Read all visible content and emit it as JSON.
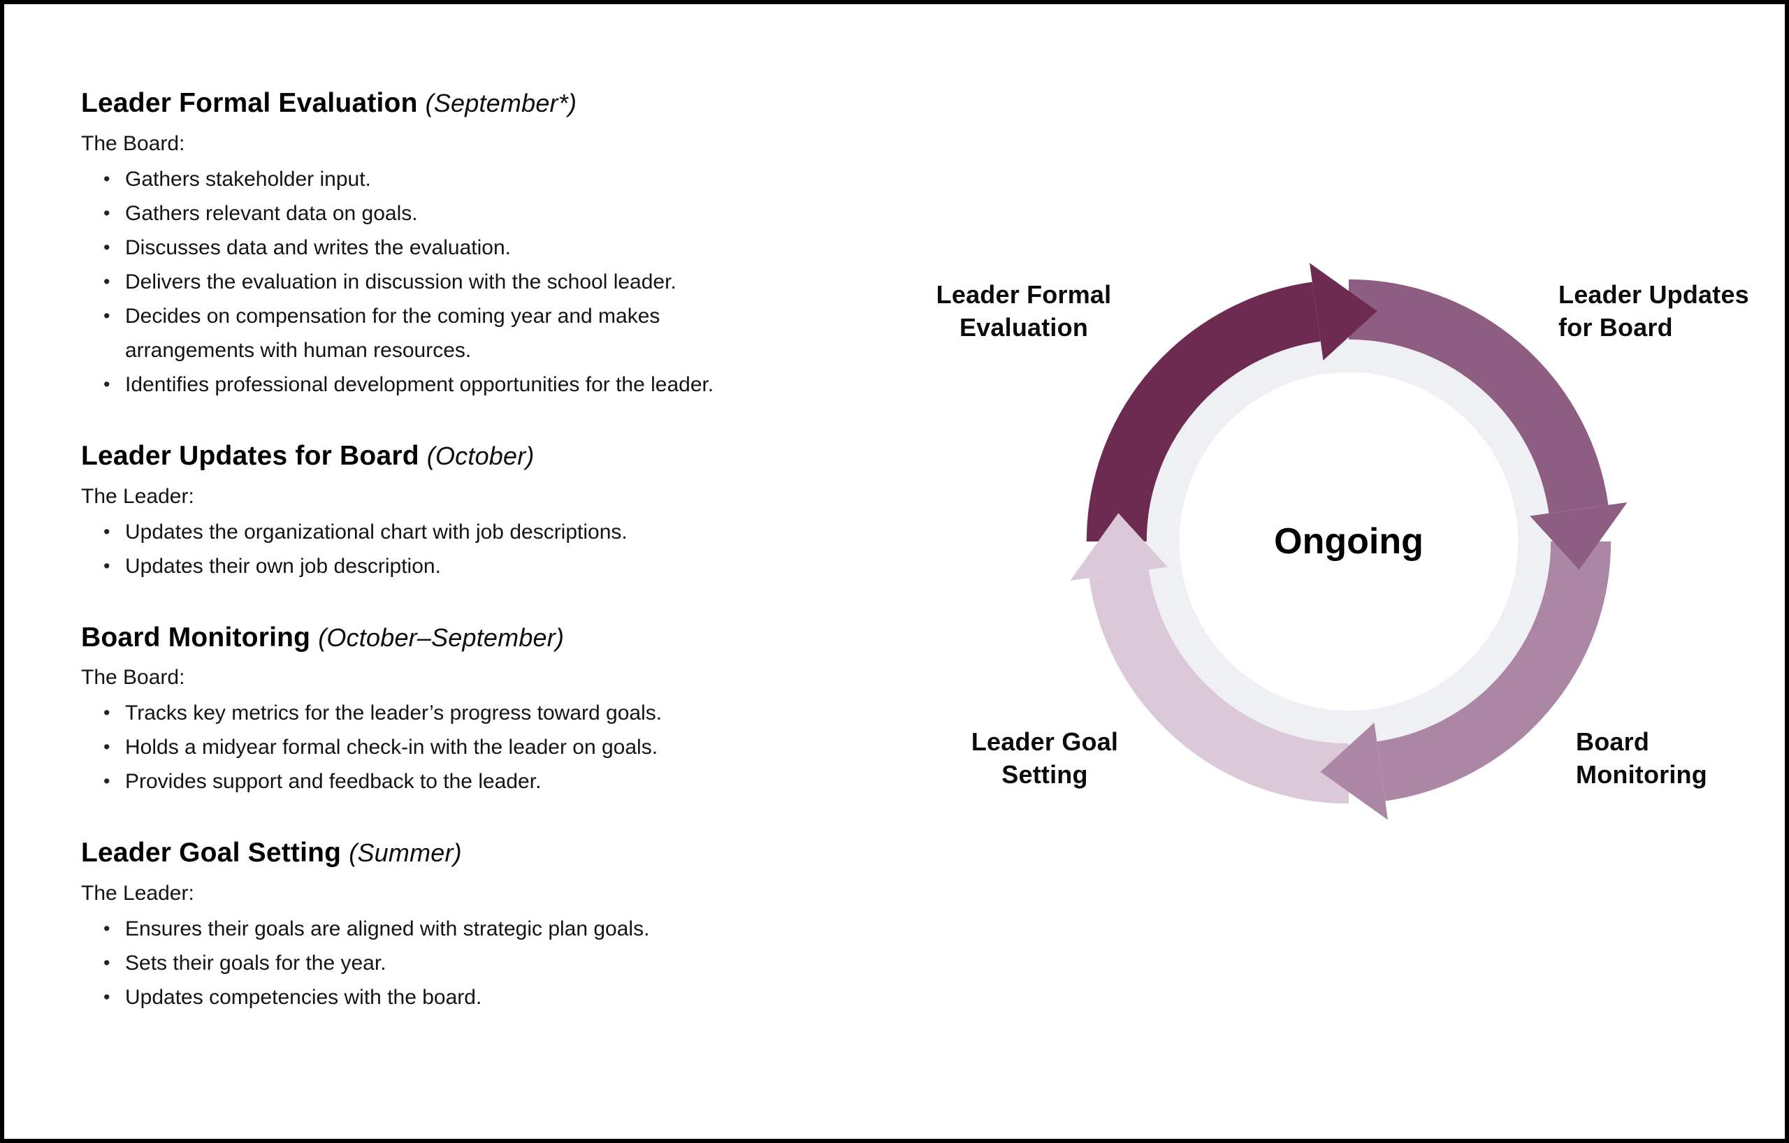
{
  "page": {
    "background": "#ffffff",
    "border_color": "#000000"
  },
  "sections": [
    {
      "title": "Leader Formal Evaluation",
      "timeframe": "(September*)",
      "actor": "The Board:",
      "bullets": [
        "Gathers stakeholder input.",
        "Gathers relevant data on goals.",
        "Discusses data and writes the evaluation.",
        "Delivers the evaluation in discussion with the school leader.",
        "Decides on compensation for the coming year and makes arrangements with human resources.",
        "Identifies professional development opportunities for the leader."
      ]
    },
    {
      "title": "Leader Updates for Board",
      "timeframe": "(October)",
      "actor": "The Leader:",
      "bullets": [
        "Updates the organizational chart with job descriptions.",
        "Updates their own job description."
      ]
    },
    {
      "title": "Board Monitoring",
      "timeframe": "(October–September)",
      "actor": "The Board:",
      "bullets": [
        "Tracks key metrics for the leader’s progress toward goals.",
        "Holds a midyear formal check-in with the leader on goals.",
        "Provides support and feedback to the leader."
      ]
    },
    {
      "title": "Leader Goal Setting",
      "timeframe": "(Summer)",
      "actor": "The Leader:",
      "bullets": [
        "Ensures their goals are aligned with strategic plan goals.",
        "Sets their goals for the year.",
        "Updates competencies with the board."
      ]
    }
  ],
  "cycle": {
    "center_label": "Ongoing",
    "inner_ring_color": "#eef0f3",
    "center_color": "#ffffff",
    "segments": [
      {
        "label": "Leader Formal Evaluation",
        "label_lines": [
          "Leader Formal",
          "Evaluation"
        ],
        "color": "#6d2b52",
        "position": "top-left"
      },
      {
        "label": "Leader Updates for Board",
        "label_lines": [
          "Leader Updates",
          "for Board"
        ],
        "color": "#8d5e81",
        "position": "top-right"
      },
      {
        "label": "Board Monitoring",
        "label_lines": [
          "Board",
          "Monitoring"
        ],
        "color": "#ab86a5",
        "position": "bottom-right"
      },
      {
        "label": "Leader Goal Setting",
        "label_lines": [
          "Leader Goal",
          "Setting"
        ],
        "color": "#dbc9d9",
        "position": "bottom-left"
      }
    ]
  }
}
